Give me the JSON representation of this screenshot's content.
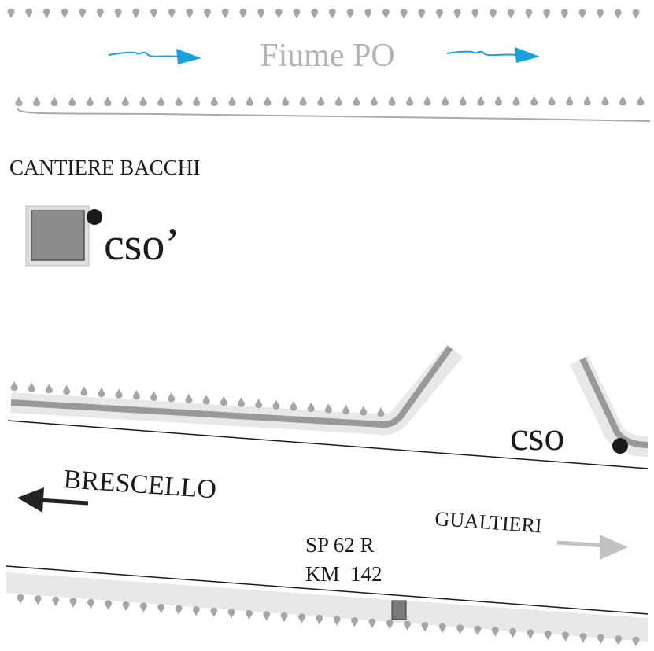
{
  "river": {
    "label": "Fiume PO"
  },
  "site": {
    "label": "CANTIERE BACCHI",
    "marker_label": "cso’"
  },
  "second_marker": {
    "label": "cso"
  },
  "directions": {
    "west": {
      "label": "BRESCELLO"
    },
    "east": {
      "label": "GUALTIERI"
    }
  },
  "road": {
    "name": "SP 62 R",
    "km": "KM  142"
  },
  "colors": {
    "river_arrow": "#1aa0dc",
    "river_text": "#b3b3b3",
    "drop": "#a6a6a6",
    "embankment": "#999999",
    "embankment_bg": "#e8e8e8",
    "text": "#1a1a1a",
    "west_arrow": "#222222",
    "east_arrow": "#c2c2c2",
    "square_fill": "#8c8c8c",
    "square_bg": "#dedede"
  },
  "icons": [
    "river-flow-arrow",
    "building-square",
    "location-dot",
    "direction-arrow",
    "km-marker"
  ]
}
